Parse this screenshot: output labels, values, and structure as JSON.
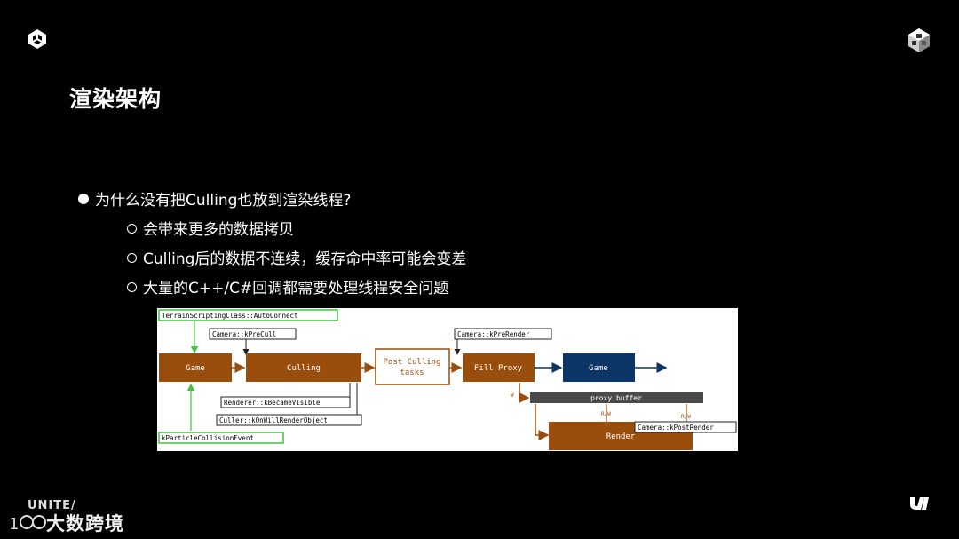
{
  "slide": {
    "title": "渲染架构",
    "bullets": [
      "为什么没有把Culling也放到渲染线程?",
      "会带来更多的数据拷贝",
      "Culling后的数据不连续，缓存命中率可能会变差",
      "大量的C++/C#回调都需要处理线程安全问题"
    ]
  },
  "diagram": {
    "nodes": {
      "game": "Game",
      "culling": "Culling",
      "post_culling_1": "Post Culling",
      "post_culling_2": "tasks",
      "fill_proxy": "Fill Proxy",
      "game_right": "Game",
      "proxy_buffer": "proxy buffer",
      "render": "Render"
    },
    "callbacks": {
      "autoconnect": "TerrainScriptingClass::AutoConnect",
      "precull": "Camera::kPreCull",
      "prerender": "Camera::kPreRender",
      "became_visible": "Renderer::kBecameVisible",
      "will_render": "Culler::kOnWillRenderObject",
      "particle_collision": "kParticleCollisionEvent",
      "post_render": "Camera::kPostRender"
    },
    "edge_labels": {
      "w": "W",
      "rw1": "R/W",
      "rw2": "R/W"
    },
    "colors": {
      "brown": "#9a4e0e",
      "navy": "#0b3566",
      "green": "#3ec43e",
      "gray": "#4a4a4a"
    }
  },
  "footer": {
    "unite": "UNITE/",
    "brand": "大数跨境"
  }
}
